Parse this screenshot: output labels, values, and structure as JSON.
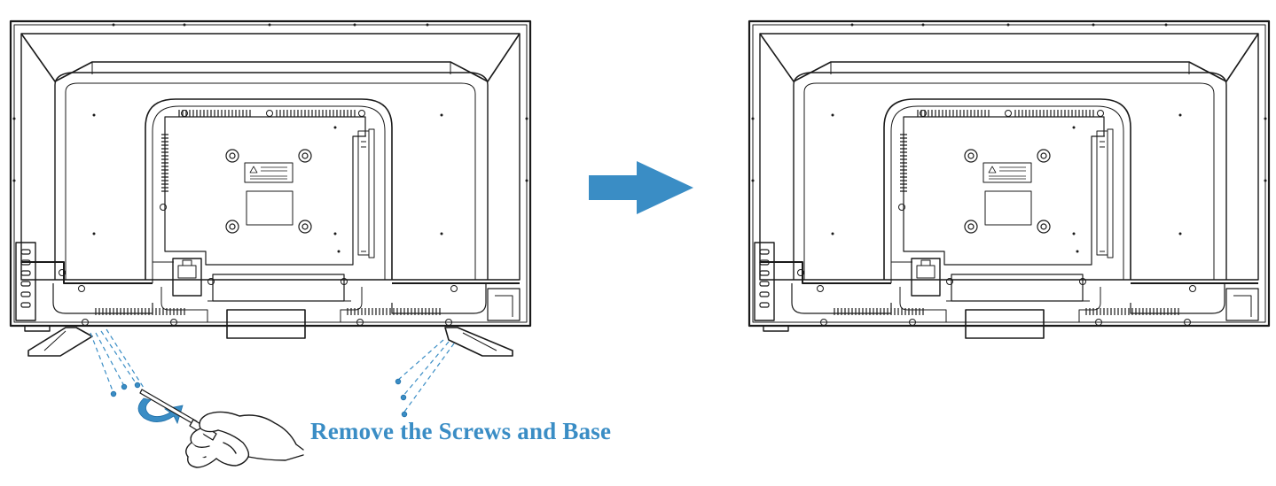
{
  "instruction": {
    "caption": "Remove the Screws and Base"
  },
  "colors": {
    "line": "#1a1a1a",
    "accent": "#3a8dc5",
    "background": "#ffffff"
  },
  "panels": [
    {
      "id": "before",
      "description_icon": "tv-back-with-stand-icon",
      "has_stand": true
    },
    {
      "id": "after",
      "description_icon": "tv-back-without-stand-icon",
      "has_stand": false
    }
  ],
  "icons": {
    "arrow": "arrow-right-icon",
    "screwdriver": "screwdriver-icon",
    "hand": "hand-icon",
    "rotate": "rotate-counterclockwise-icon",
    "screws": "screw-icon"
  }
}
